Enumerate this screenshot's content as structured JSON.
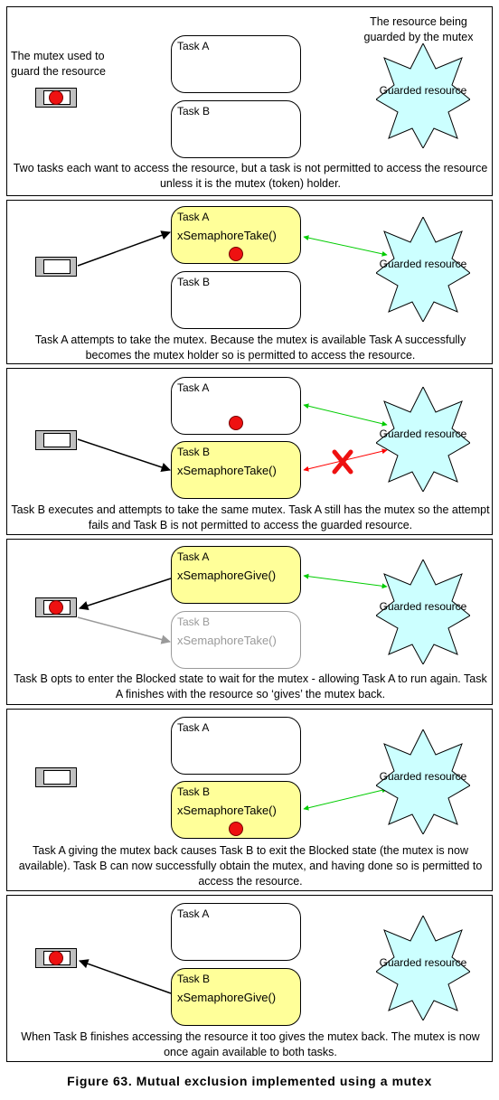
{
  "figure_caption": "Figure 63. Mutual exclusion implemented using a mutex",
  "colors": {
    "active_task": "#ffff99",
    "star_fill": "#ccffff",
    "token": "#ee1111",
    "green_link": "#00cc00",
    "red_link": "#ff0000",
    "faded": "#9a9a9a"
  },
  "panels": [
    {
      "mutex_note": "The mutex used to guard the resource",
      "resource_note": "The resource being guarded by the mutex",
      "task_a": {
        "name": "Task A",
        "call": ""
      },
      "task_b": {
        "name": "Task B",
        "call": ""
      },
      "resource": "Guarded resource",
      "caption": "Two tasks each want to access the resource, but a task is not permitted to access the resource unless it is the mutex (token) holder."
    },
    {
      "task_a": {
        "name": "Task A",
        "call": "xSemaphoreTake()"
      },
      "task_b": {
        "name": "Task B",
        "call": ""
      },
      "resource": "Guarded resource",
      "caption": "Task A attempts to take the mutex. Because the mutex is available Task A successfully becomes the mutex holder so is permitted to access the resource."
    },
    {
      "task_a": {
        "name": "Task A",
        "call": ""
      },
      "task_b": {
        "name": "Task B",
        "call": "xSemaphoreTake()"
      },
      "resource": "Guarded resource",
      "caption": "Task B executes and attempts to take the same mutex. Task A still has the mutex so the attempt fails and Task B is not permitted to access the guarded resource."
    },
    {
      "task_a": {
        "name": "Task A",
        "call": "xSemaphoreGive()"
      },
      "task_b": {
        "name": "Task B",
        "call": "xSemaphoreTake()"
      },
      "resource": "Guarded resource",
      "caption": "Task B opts to enter the Blocked state to wait for the mutex - allowing Task A to run again. Task A finishes with the resource so ‘gives’ the mutex back."
    },
    {
      "task_a": {
        "name": "Task A",
        "call": ""
      },
      "task_b": {
        "name": "Task B",
        "call": "xSemaphoreTake()"
      },
      "resource": "Guarded resource",
      "caption": "Task A giving the mutex back causes Task B to exit the Blocked state (the mutex is now available). Task B can now successfully obtain the mutex, and having done so is permitted to access the resource."
    },
    {
      "task_a": {
        "name": "Task A",
        "call": ""
      },
      "task_b": {
        "name": "Task B",
        "call": "xSemaphoreGive()"
      },
      "resource": "Guarded resource",
      "caption": "When Task B finishes accessing the resource it too gives the mutex back. The mutex is now once again available to both tasks."
    }
  ]
}
